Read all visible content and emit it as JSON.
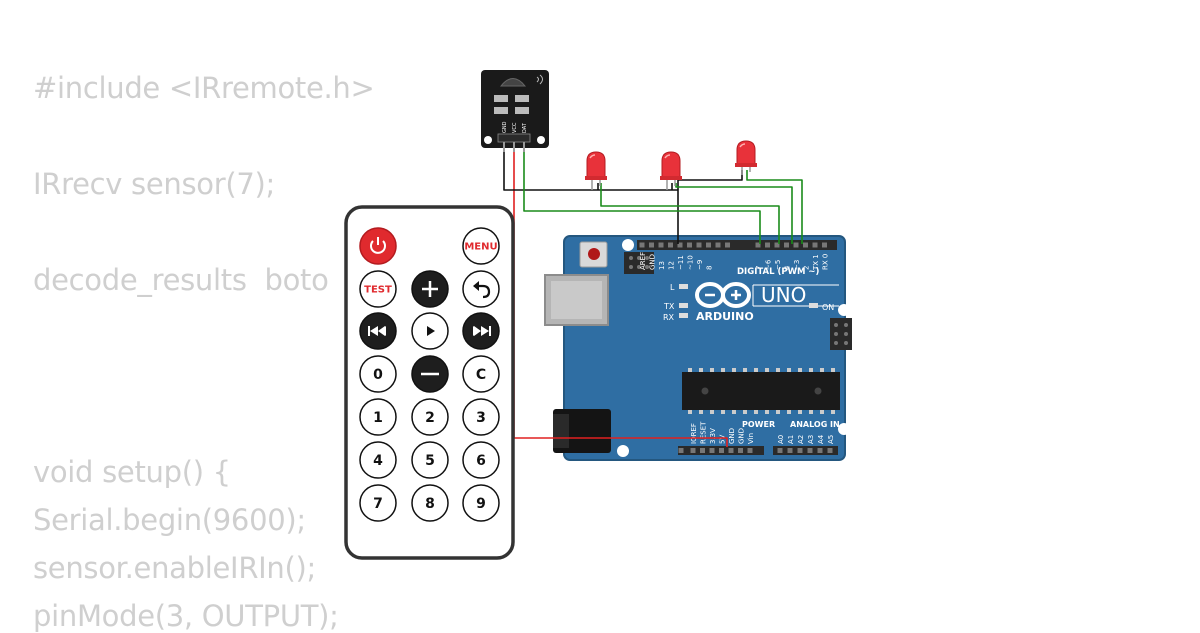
{
  "code_lines": [
    "#include <IRremote.h>",
    "IRrecv sensor(7);",
    "decode_results  boto",
    "void setup() {",
    "Serial.begin(9600);",
    "sensor.enableIRIn();",
    "pinMode(3, OUTPUT);"
  ],
  "sensor": {
    "pin_labels": [
      "GND",
      "VCC",
      "DAT"
    ]
  },
  "remote": {
    "buttons": [
      {
        "name": "power-button",
        "label": "",
        "style": "power"
      },
      {
        "name": "menu-button",
        "label": "MENU",
        "style": "outline-red"
      },
      {
        "name": "test-button",
        "label": "TEST",
        "style": "outline-red"
      },
      {
        "name": "plus-button",
        "label": "+",
        "style": "dark"
      },
      {
        "name": "back-button",
        "label": "",
        "style": "outline-back"
      },
      {
        "name": "prev-button",
        "label": "",
        "style": "dark-prev"
      },
      {
        "name": "play-button",
        "label": "",
        "style": "outline-play"
      },
      {
        "name": "next-button",
        "label": "",
        "style": "dark-next"
      },
      {
        "name": "button-0",
        "label": "0",
        "style": "outline"
      },
      {
        "name": "minus-button",
        "label": "—",
        "style": "dark"
      },
      {
        "name": "button-c",
        "label": "C",
        "style": "outline"
      },
      {
        "name": "button-1",
        "label": "1",
        "style": "outline"
      },
      {
        "name": "button-2",
        "label": "2",
        "style": "outline"
      },
      {
        "name": "button-3",
        "label": "3",
        "style": "outline"
      },
      {
        "name": "button-4",
        "label": "4",
        "style": "outline"
      },
      {
        "name": "button-5",
        "label": "5",
        "style": "outline"
      },
      {
        "name": "button-6",
        "label": "6",
        "style": "outline"
      },
      {
        "name": "button-7",
        "label": "7",
        "style": "outline"
      },
      {
        "name": "button-8",
        "label": "8",
        "style": "outline"
      },
      {
        "name": "button-9",
        "label": "9",
        "style": "outline"
      }
    ]
  },
  "arduino": {
    "logo_text": "ARDUINO",
    "model": "UNO",
    "digital_label": "DIGITAL (PWM ~)",
    "top_pins": [
      "AREF",
      "GND",
      "13",
      "12",
      "~11",
      "~10",
      "~9",
      "8",
      "7",
      "~6",
      "~5",
      "4",
      "~3",
      "2",
      "TX 1",
      "RX 0"
    ],
    "led_l": "L",
    "led_tx": "TX",
    "led_rx": "RX",
    "on_label": "ON",
    "power_label": "POWER",
    "analog_label": "ANALOG IN",
    "power_pins": [
      "IOREF",
      "RESET",
      "3.3V",
      "5V",
      "GND",
      "GND",
      "Vin"
    ],
    "analog_pins": [
      "A0",
      "A1",
      "A2",
      "A3",
      "A4",
      "A5"
    ]
  },
  "colors": {
    "board": "#2f6ea3",
    "wire_red": "#e02020",
    "wire_black": "#111111",
    "wire_green": "#1a8c1a",
    "led_red": "#e8323a",
    "code_text": "#cfcfcf"
  }
}
